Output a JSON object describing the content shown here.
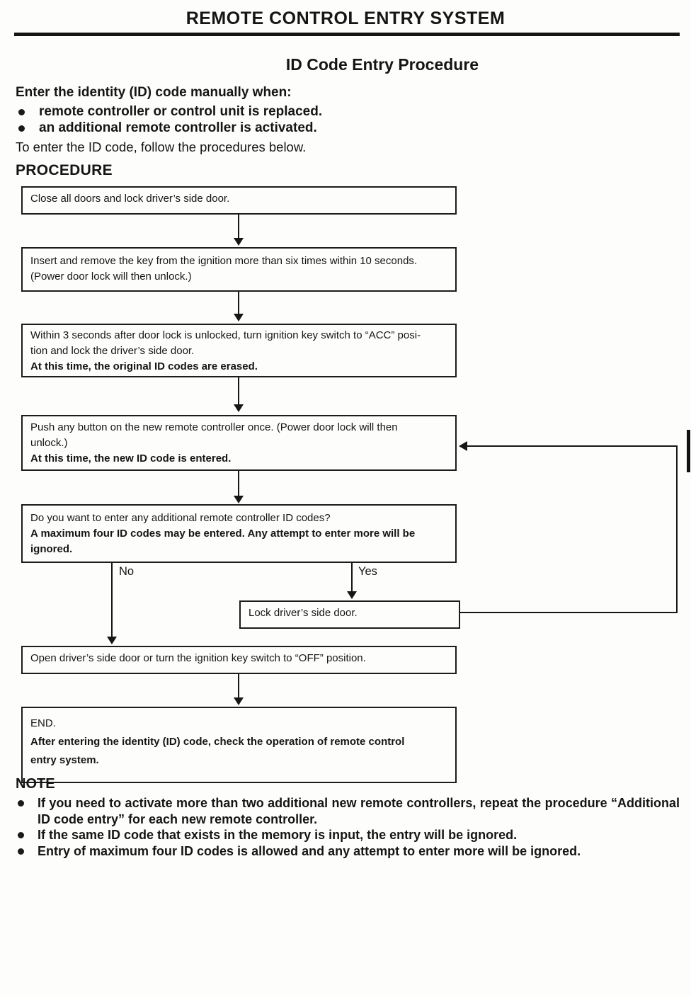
{
  "header": {
    "title": "REMOTE CONTROL ENTRY SYSTEM"
  },
  "section": {
    "title": "ID Code Entry Procedure"
  },
  "intro": {
    "lead": "Enter the identity (ID) code manually when:",
    "bullets": [
      "remote controller or control unit is replaced.",
      "an additional remote controller is activated."
    ],
    "closing": "To enter the ID code, follow the procedures below."
  },
  "procedure": {
    "heading": "PROCEDURE"
  },
  "flowchart": {
    "box1": [
      "Close all doors and lock driver’s side door."
    ],
    "box2": [
      "Insert and remove the key from the ignition more than six times within 10 seconds.",
      "(Power door lock will then unlock.)"
    ],
    "box3": [
      "Within 3 seconds after door lock is unlocked, turn ignition key switch to “ACC” posi-",
      "tion and lock the driver’s side door.",
      "At this time, the original ID codes are erased."
    ],
    "box4": [
      "Push any button on the new remote controller once. (Power door lock will then",
      "unlock.)",
      "At this time, the new ID code is entered."
    ],
    "box5": [
      "Do you want to enter any additional remote controller ID codes?",
      "A maximum four ID codes may be entered. Any attempt to enter more will be",
      "ignored."
    ],
    "lockbox": [
      "Lock driver’s side door."
    ],
    "box6": [
      "Open driver’s side door or turn the ignition key switch to “OFF” position."
    ],
    "endbox": [
      "END.",
      "After entering the identity (ID) code, check the operation of remote control",
      "entry system."
    ],
    "no_label": "No",
    "yes_label": "Yes"
  },
  "note": {
    "heading": "NOTE",
    "items": [
      "If you need to activate more than two additional new remote controllers, repeat the procedure “Additional ID code entry” for each new remote controller.",
      "If the same ID code that exists in the memory is input, the entry will be ignored.",
      "Entry of maximum four ID codes is allowed and any attempt to enter more will be ignored."
    ]
  }
}
